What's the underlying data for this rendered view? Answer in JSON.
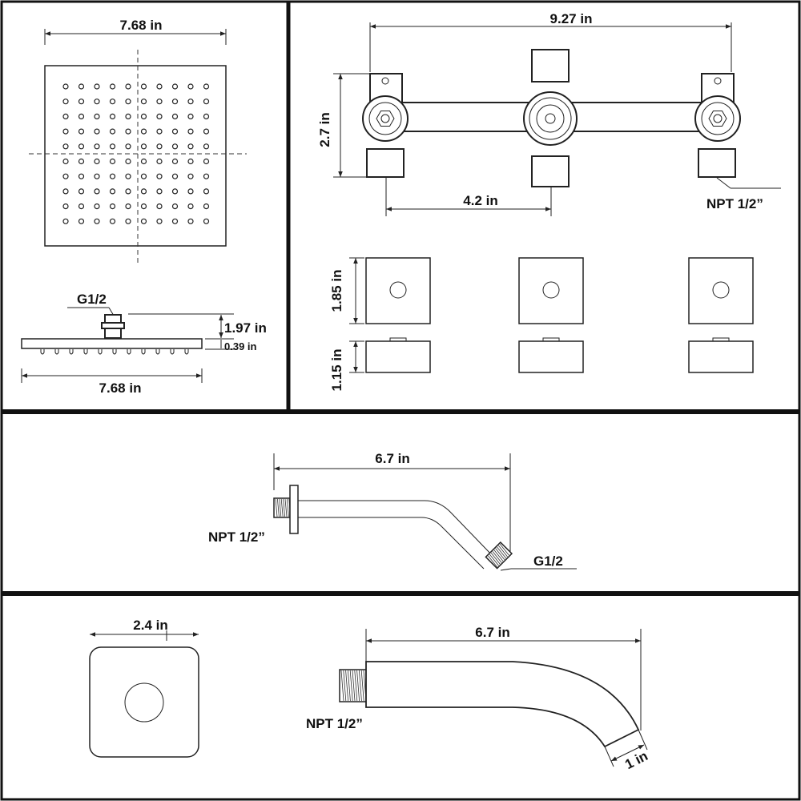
{
  "shower_head": {
    "top_width": "7.68 in",
    "thread": "G1/2",
    "height": "1.97 in",
    "thickness": "0.39 in",
    "side_width": "7.68 in"
  },
  "valve": {
    "total_width": "9.27 in",
    "height": "2.7 in",
    "center_spacing": "4.2 in",
    "outlet_thread": "NPT 1/2”"
  },
  "handles": {
    "height": "1.85 in",
    "depth": "1.15 in"
  },
  "shower_arm": {
    "length": "6.7 in",
    "wall_thread": "NPT 1/2”",
    "head_thread": "G1/2"
  },
  "trim_plate": {
    "width": "2.4 in"
  },
  "tub_spout": {
    "length": "6.7 in",
    "thread": "NPT 1/2”",
    "outlet": "1 in"
  },
  "colors": {
    "line": "#222222",
    "divider": "#111111",
    "background": "#ffffff"
  }
}
